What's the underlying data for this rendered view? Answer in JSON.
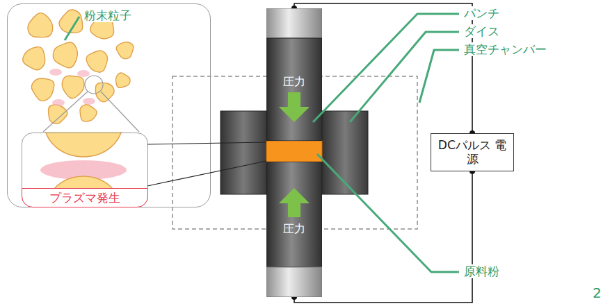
{
  "diagram": {
    "nodes": [
      {
        "text": [
          "粉末粒子"
        ]
      },
      {
        "text": [
          "プラズマ発生"
        ],
        "in": 0
      },
      {
        "text": [
          "DCパルス 電源"
        ]
      },
      {
        "text": [
          "圧力"
        ]
      },
      {
        "text": [
          "圧力"
        ]
      }
    ],
    "edges": [
      {
        "from": 2,
        "to": 3,
        "arrow": "none"
      },
      {
        "from": 2,
        "to": 4,
        "arrow": "none"
      }
    ],
    "labels": [
      "パンチ",
      "ダイス",
      "真空チャンバー",
      "原料粉",
      "2"
    ]
  }
}
